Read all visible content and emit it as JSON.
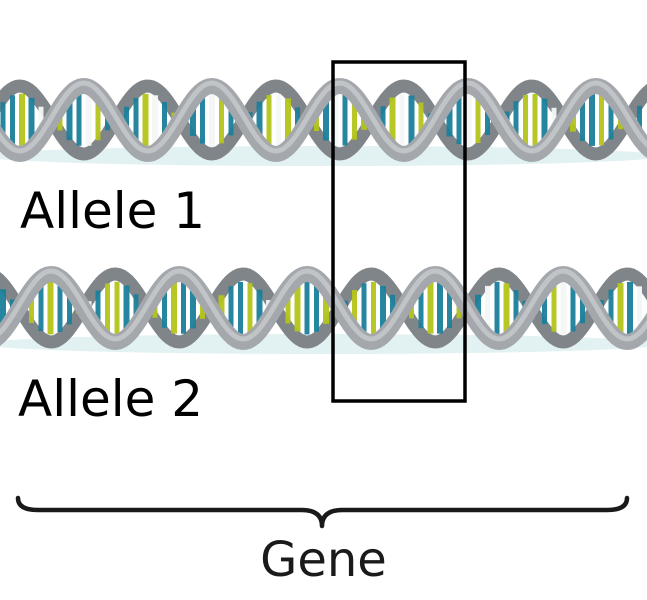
{
  "labels": {
    "allele1": "Allele 1",
    "allele2": "Allele 2",
    "gene": "Gene"
  },
  "colors": {
    "backbone": "#a4a8ac",
    "backbone_light": "#c7cacd",
    "backbone_dark": "#80858a",
    "base_teal": "#1a7f9a",
    "base_yellow": "#b2c41a",
    "base_white": "#f4f7f7",
    "shadow": "#cfe7ea",
    "box_outline": "#000000",
    "brace": "#1a1a1a"
  },
  "icons": {
    "highlight_box": "rectangle-outline",
    "gene_brace": "curly-brace"
  }
}
